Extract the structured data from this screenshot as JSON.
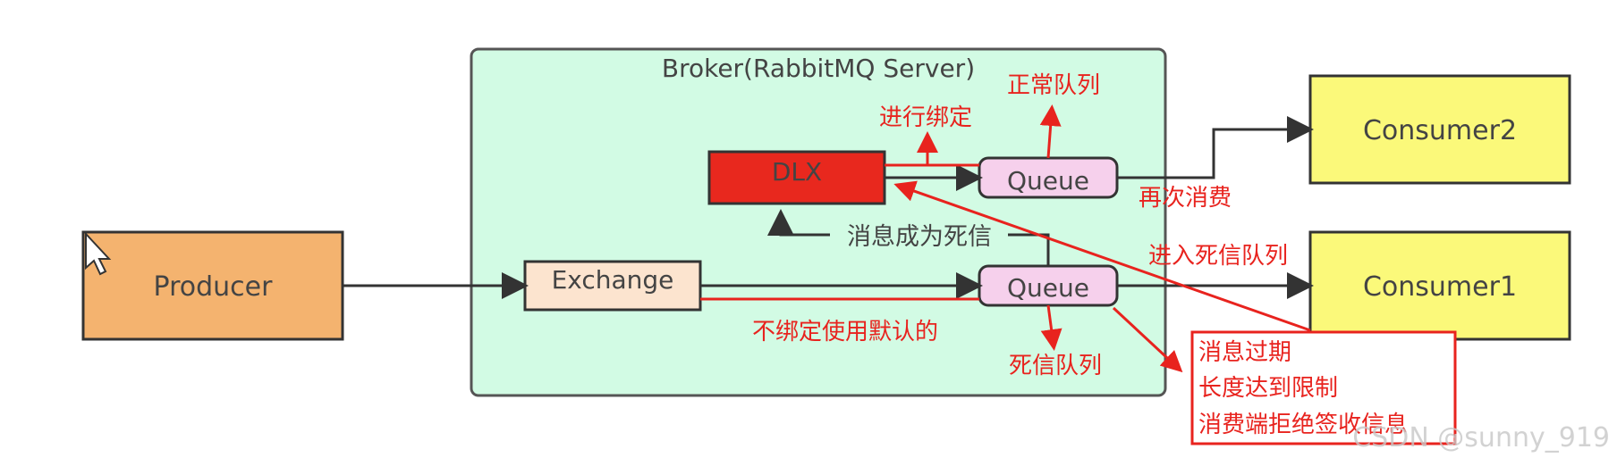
{
  "broker": {
    "title": "Broker(RabbitMQ Server)"
  },
  "producer": {
    "label": "Producer"
  },
  "exchange": {
    "label": "Exchange"
  },
  "dlx": {
    "label": "DLX"
  },
  "queue_normal": {
    "label": "Queue"
  },
  "queue_dead": {
    "label": "Queue"
  },
  "consumer2": {
    "label": "Consumer2"
  },
  "consumer1": {
    "label": "Consumer1"
  },
  "annotations": {
    "normal_queue": "正常队列",
    "bind": "进行绑定",
    "consume_again": "再次消费",
    "become_dead_letter": "消息成为死信",
    "enter_dead_queue": "进入死信队列",
    "unbound_default": "不绑定使用默认的",
    "dead_queue": "死信队列"
  },
  "reasons": [
    "消息过期",
    "长度达到限制",
    "消费端拒绝签收信息"
  ],
  "watermark": "CSDN @sunny_919",
  "colors": {
    "broker_fill": "#d2fbe4",
    "producer_fill": "#f4b36f",
    "exchange_fill": "#fce4cf",
    "dlx_fill": "#e8281e",
    "queue_fill": "#f6d0ec",
    "consumer_fill": "#fbf97a",
    "annotation_red": "#e8231e",
    "arrow_dark": "#333333"
  }
}
